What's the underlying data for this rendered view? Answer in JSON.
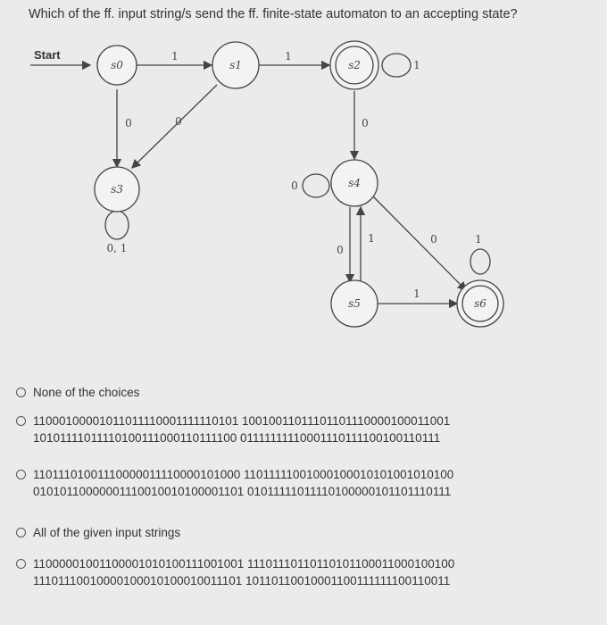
{
  "question": "Which of the ff. input string/s send the ff. finite-state automaton to an accepting state?",
  "diagram": {
    "start_label": "Start",
    "states": {
      "s0": "s0",
      "s1": "s1",
      "s2": "s2",
      "s3": "s3",
      "s4": "s4",
      "s5": "s5",
      "s6": "s6"
    },
    "edges": {
      "s0_s1": "1",
      "s1_s2": "1",
      "s2_loop": "1",
      "s0_s3": "0",
      "s1_s3": "0",
      "s2_s4": "0",
      "s4_loop": "0",
      "s3_loop": "0, 1",
      "s5_s4": "1",
      "s4_s5": "0",
      "s4_s6": "0",
      "s5_s6": "1",
      "s6_loop": "1"
    }
  },
  "options": [
    {
      "line1": "None of the choices",
      "line2": ""
    },
    {
      "line1": "11000100001011011110001111110101 10010011011101101110000100011001",
      "line2": "10101111011110100111000110111100 01111111110001110111100100110111"
    },
    {
      "line1": "11011101001110000011110000101000 11011111001000100010101001010100",
      "line2": "01010110000001110010010100001101 01011111011110100000101101110111"
    },
    {
      "line1": "All of the given input strings",
      "line2": ""
    },
    {
      "line1": "11000001001100001010100111001001 11101110110110101100011000100100",
      "line2": "11101110010000100010100010011101 10110110010001100111111100110011"
    }
  ]
}
